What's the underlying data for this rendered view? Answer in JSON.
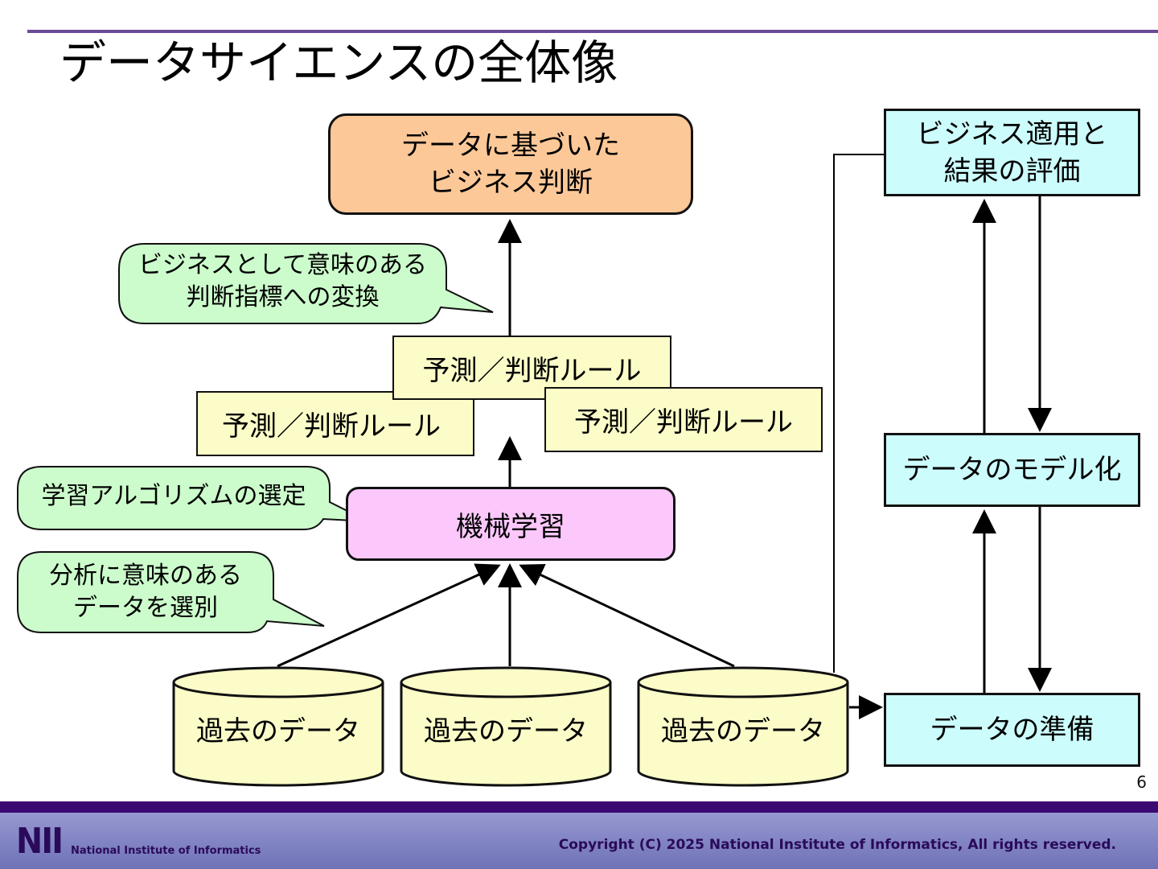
{
  "slide": {
    "title": "データサイエンスの全体像",
    "page_number": "6"
  },
  "diagram": {
    "decision": [
      "データに基づいた",
      "ビジネス判断"
    ],
    "machine_learning": "機械学習",
    "rules": [
      "予測／判断ルール",
      "予測／判断ルール",
      "予測／判断ルール"
    ],
    "data_stores": [
      "過去のデータ",
      "過去のデータ",
      "過去のデータ"
    ],
    "callouts": {
      "transform": [
        "ビジネスとして意味のある",
        "判断指標への変換"
      ],
      "algorithm": "学習アルゴリズムの選定",
      "select": [
        "分析に意味のある",
        "データを選別"
      ]
    },
    "process": {
      "apply": [
        "ビジネス適用と",
        "結果の評価"
      ],
      "modeling": "データのモデル化",
      "preparation": "データの準備"
    }
  },
  "footer": {
    "logo": "NII",
    "logo_sub": "National Institute of Informatics",
    "copyright": "Copyright (C) 2025 National Institute of Informatics, All rights reserved."
  },
  "colors": {
    "accent": "#6b4a96",
    "decision_fill": "#fcc898",
    "ml_fill": "#fcc8fc",
    "process_fill": "#ccfcfc",
    "note_fill": "#fcfcc8",
    "callout_fill": "#ccfccc"
  }
}
